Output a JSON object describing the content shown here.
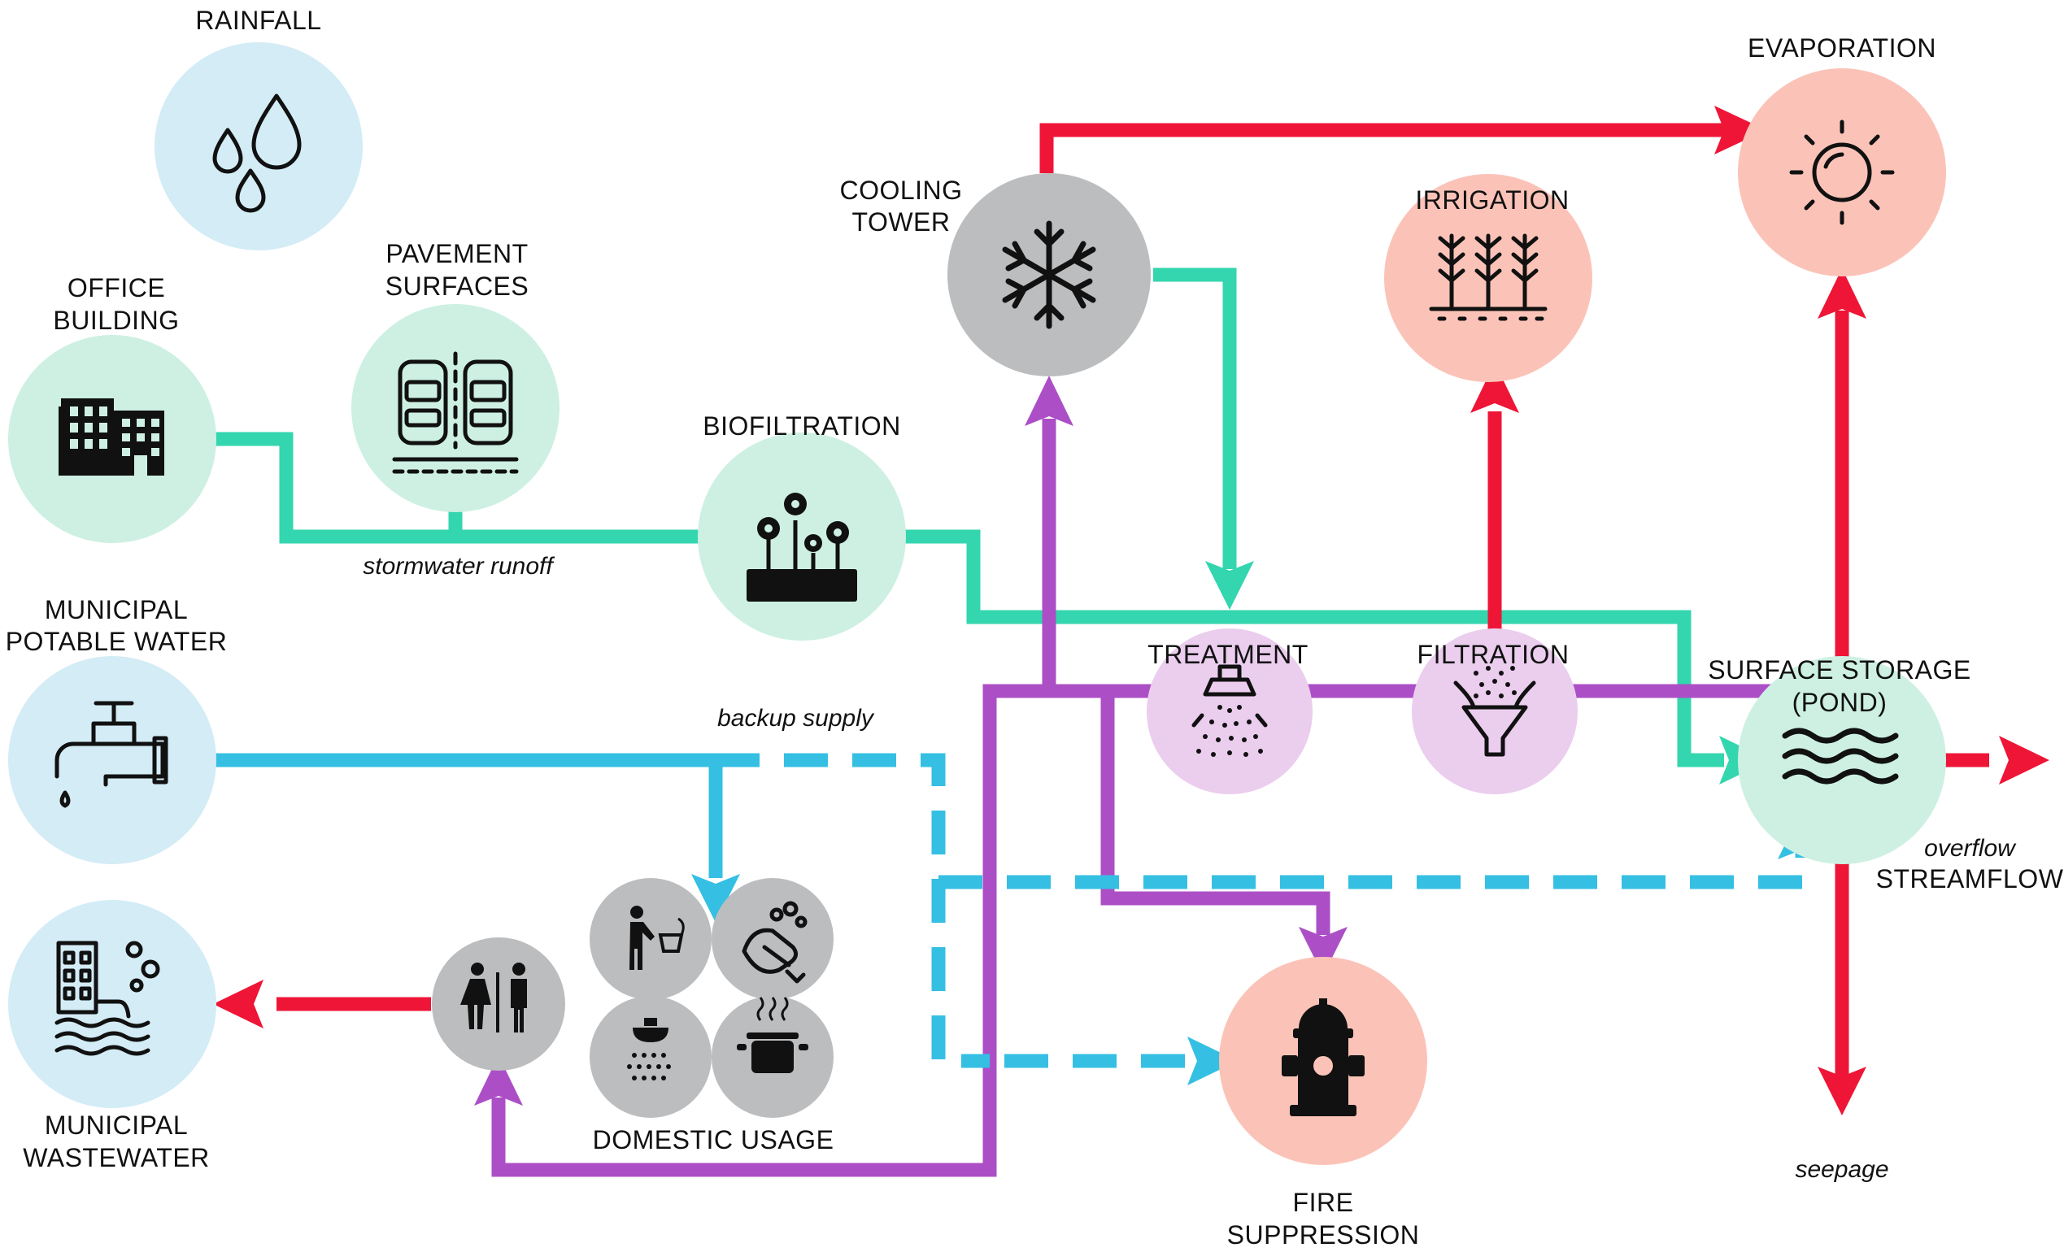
{
  "colors": {
    "runoff": "#33d6ae",
    "potable": "#35bfe3",
    "recycled": "#ac4fc6",
    "loss": "#ee1536",
    "blue_node": "#d3ecf6",
    "green_node": "#cdf0e3",
    "gray_node": "#bcbdbf",
    "pink_node": "#fbc3b8",
    "purple_node": "#ebcdee"
  },
  "nodes": {
    "rainfall": {
      "label": [
        "RAINFALL"
      ],
      "icon": "raindrops-icon"
    },
    "office": {
      "label": [
        "OFFICE",
        "BUILDING"
      ],
      "icon": "office-building-icon"
    },
    "pavement": {
      "label": [
        "PAVEMENT",
        "SURFACES"
      ],
      "icon": "parking-cars-icon"
    },
    "biofiltration": {
      "label": [
        "BIOFILTRATION"
      ],
      "icon": "flower-planter-icon"
    },
    "cooling": {
      "label": [
        "COOLING",
        "TOWER"
      ],
      "icon": "snowflake-icon"
    },
    "evaporation": {
      "label": [
        "EVAPORATION"
      ],
      "icon": "sun-icon"
    },
    "irrigation": {
      "label": [
        "IRRIGATION"
      ],
      "icon": "crops-icon"
    },
    "treatment": {
      "label": [
        "TREATMENT"
      ],
      "icon": "spray-nozzle-icon"
    },
    "filtration": {
      "label": [
        "FILTRATION"
      ],
      "icon": "funnel-filter-icon"
    },
    "storage": {
      "label": [
        "SURFACE STORAGE",
        "(POND)"
      ],
      "icon": "waves-icon"
    },
    "potable": {
      "label": [
        "MUNICIPAL",
        "POTABLE WATER"
      ],
      "icon": "faucet-icon"
    },
    "wastewater": {
      "label": [
        "MUNICIPAL",
        "WASTEWATER"
      ],
      "icon": "sewer-outfall-icon"
    },
    "restroom": {
      "label": [],
      "icon": "restroom-icon"
    },
    "fire": {
      "label": [
        "FIRE",
        "SUPPRESSION"
      ],
      "icon": "fire-hydrant-icon"
    },
    "domestic": {
      "label": [
        "DOMESTIC USAGE"
      ],
      "icons": [
        "drinking-fountain-icon",
        "hand-washing-icon",
        "shower-icon",
        "cooking-pot-icon"
      ]
    }
  },
  "annotations": {
    "stormwater_runoff": "stormwater runoff",
    "backup_supply": "backup supply",
    "overflow": "overflow",
    "streamflow": "STREAMFLOW",
    "seepage": "seepage"
  }
}
